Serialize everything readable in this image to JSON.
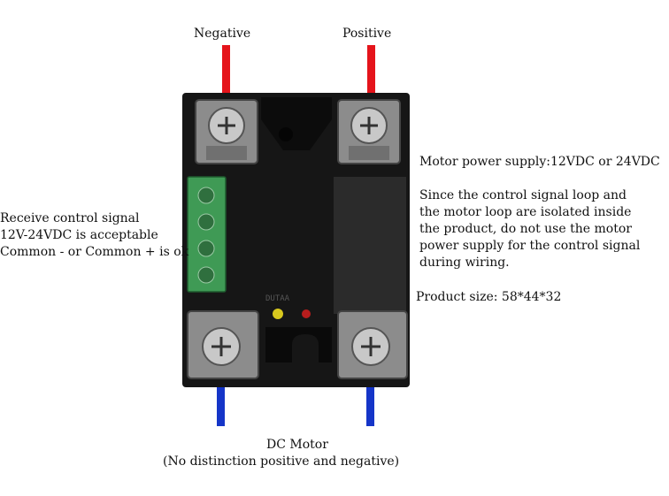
{
  "labels": {
    "negative": "Negative",
    "positive": "Positive",
    "control_lines": [
      "Receive control signal",
      "12V-24VDC is acceptable",
      "Common - or Common + is ok"
    ],
    "motor_supply": "Motor power supply:12VDC or 24VDC",
    "isolation_lines": [
      "Since the control signal loop and",
      "the motor loop are isolated inside",
      "the product, do not use the motor",
      "power supply for the control signal",
      "during wiring."
    ],
    "product_size": "Product size: 58*44*32",
    "dc_motor": "DC Motor",
    "dc_motor_note": "(No distinction positive and negative)"
  },
  "colors": {
    "supply_wire": "#e5141b",
    "motor_wire": "#1535c8",
    "housing": "#151515",
    "terminal_block": "#3f9a55",
    "led_left": "#d8c81e",
    "led_right": "#b81d1d"
  },
  "icons": [
    "screw-terminal-icon",
    "led-indicator-icon",
    "relay-module-icon"
  ]
}
